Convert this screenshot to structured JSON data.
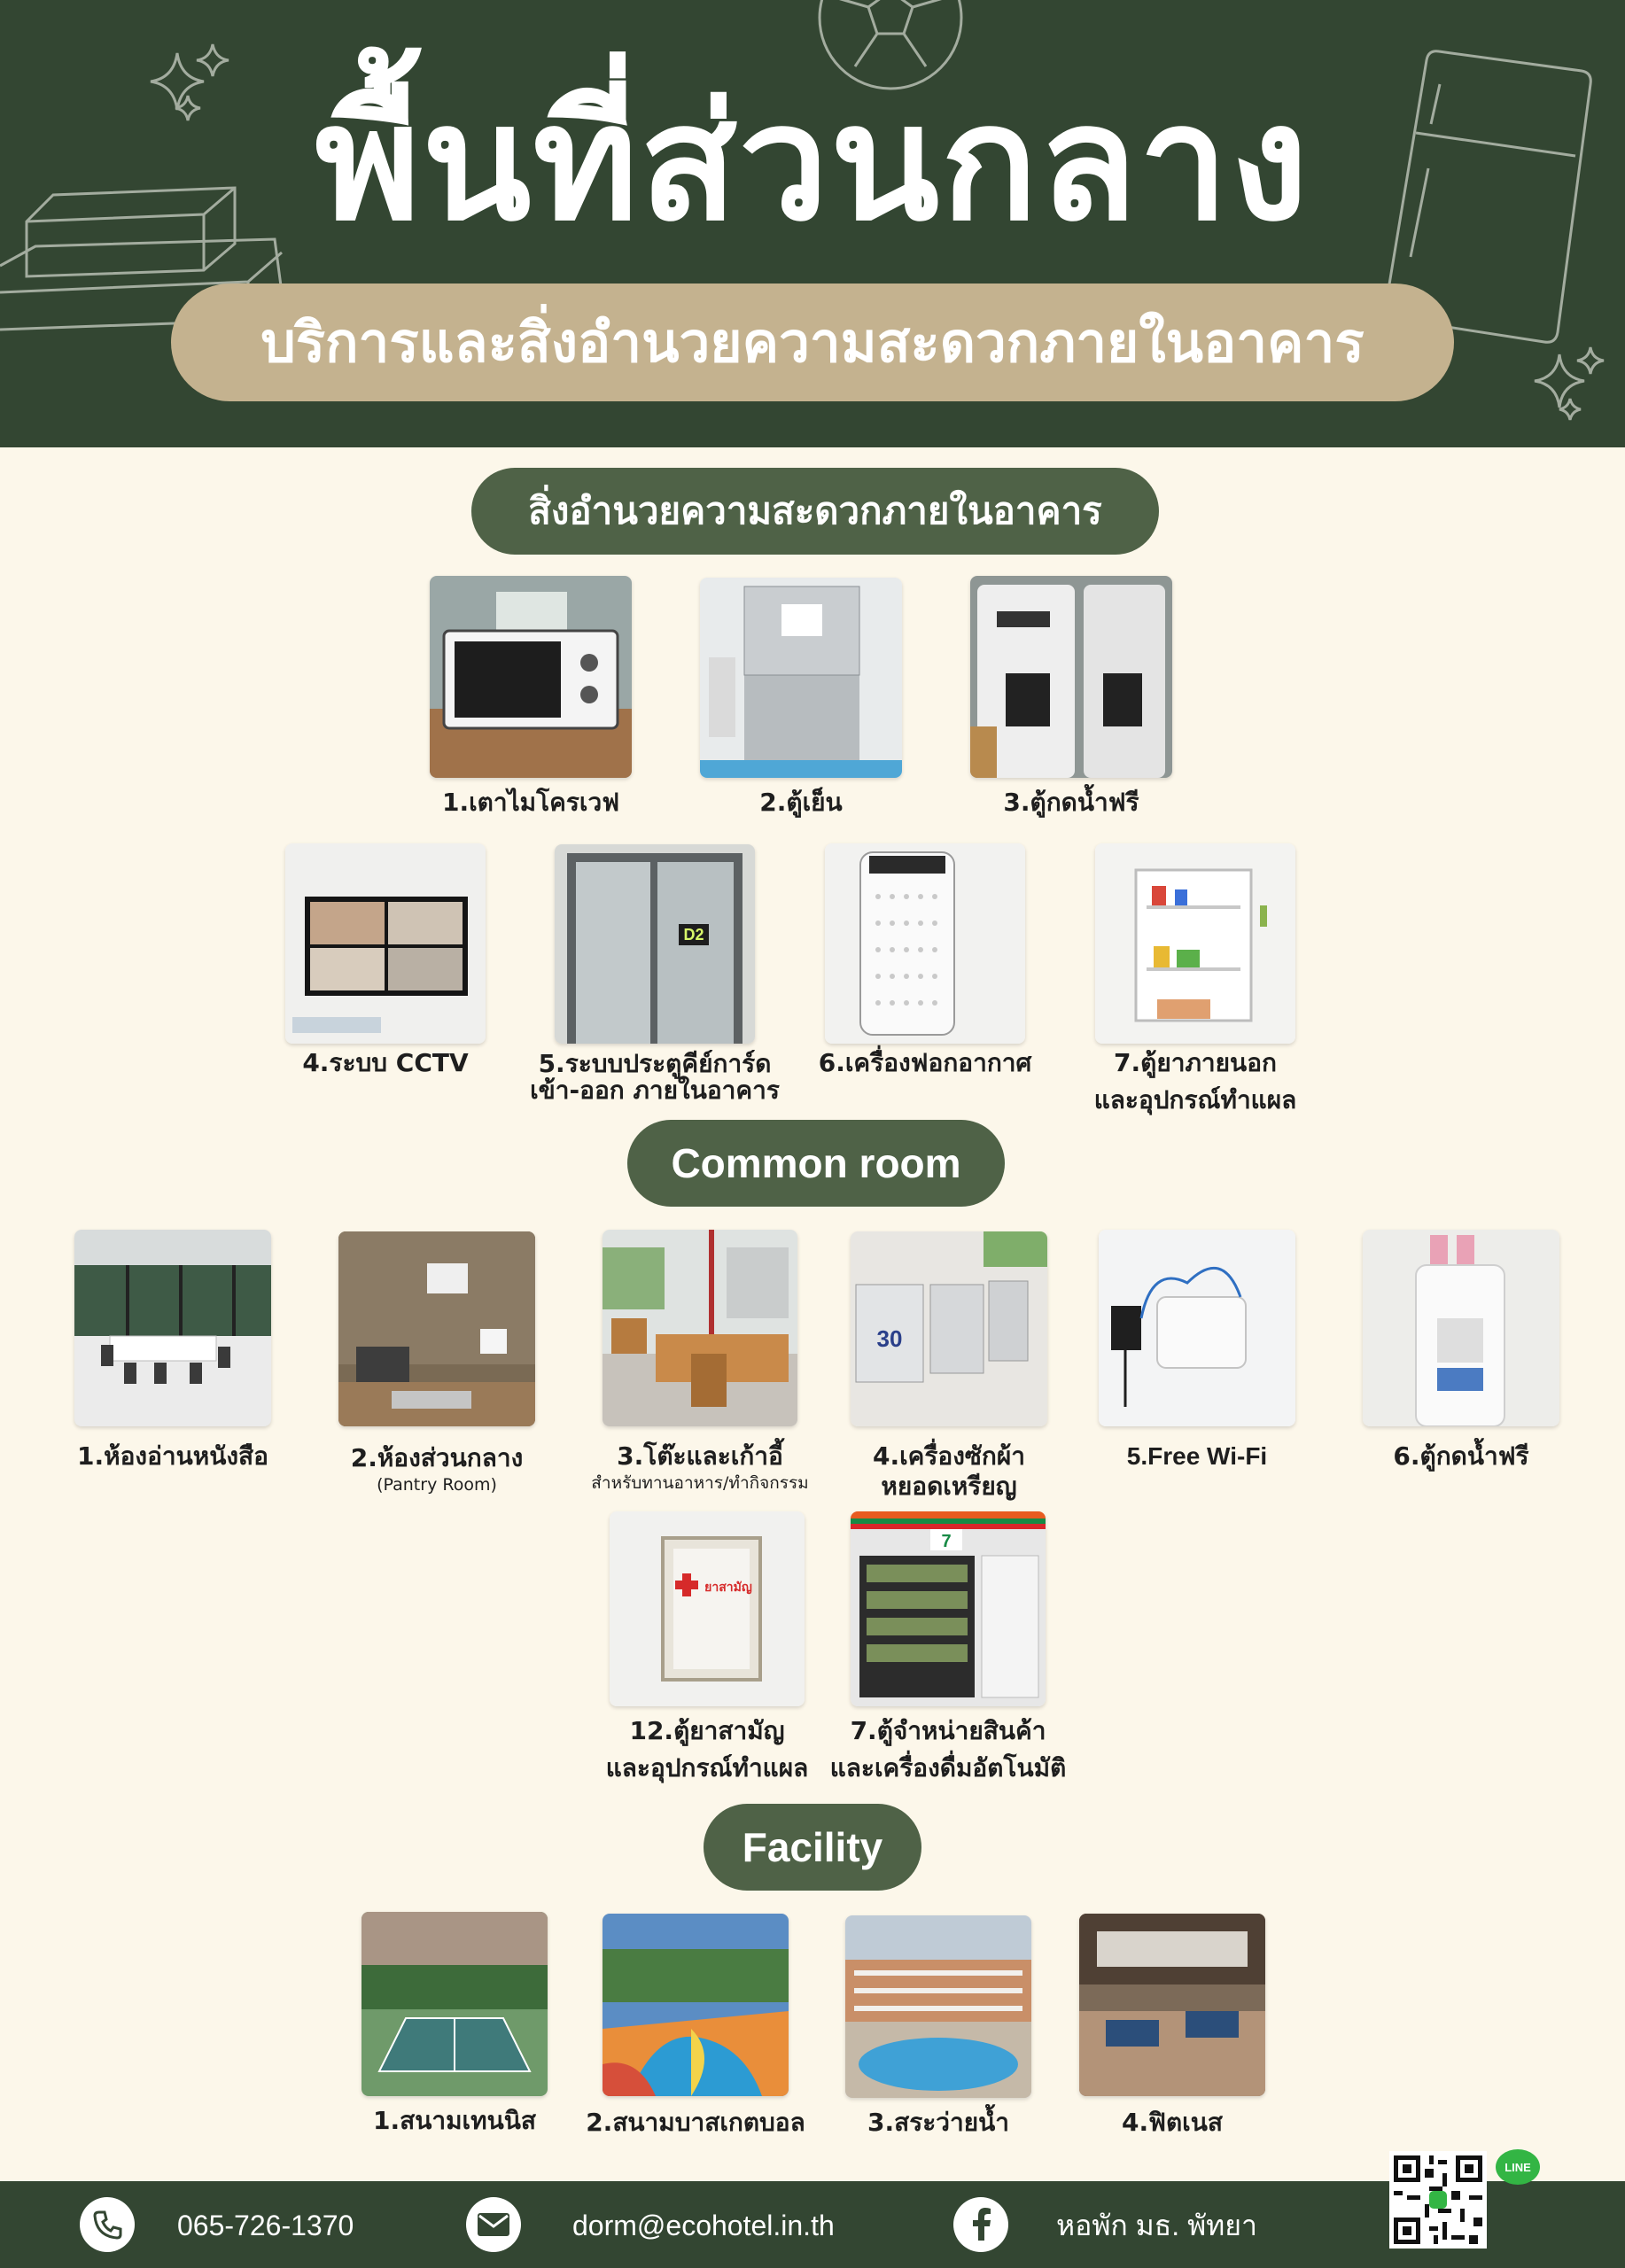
{
  "header": {
    "title": "พื้นที่ส่วนกลาง",
    "subtitle": "บริการและสิ่งอำนวยความสะดวกภายในอาคาร"
  },
  "section_building": {
    "heading": "สิ่งอำนวยความสะดวกภายในอาคาร",
    "items": [
      {
        "caption": "1.เตาไมโครเวฟ"
      },
      {
        "caption": "2.ตู้เย็น"
      },
      {
        "caption": "3.ตู้กดน้ำฟรี"
      },
      {
        "caption": "4.ระบบ CCTV"
      },
      {
        "caption": "5.ระบบประตูคีย์การ์ด",
        "caption2": "เข้า-ออก ภายในอาคาร"
      },
      {
        "caption": "6.เครื่องฟอกอากาศ"
      },
      {
        "caption": "7.ตู้ยาภายนอก",
        "caption2": "และอุปกรณ์ทำแผล"
      }
    ]
  },
  "section_common": {
    "heading": "Common room",
    "items": [
      {
        "caption": "1.ห้องอ่านหนังสือ"
      },
      {
        "caption": "2.ห้องส่วนกลาง",
        "note": "(Pantry Room)"
      },
      {
        "caption": "3.โต๊ะและเก้าอี้",
        "note": "สำหรับทานอาหาร/ทำกิจกรรม"
      },
      {
        "caption": "4.เครื่องซักผ้า",
        "caption2": "หยอดเหรียญ"
      },
      {
        "caption": "5.Free Wi-Fi"
      },
      {
        "caption": "6.ตู้กดน้ำฟรี"
      },
      {
        "caption": "12.ตู้ยาสามัญ",
        "caption2": "และอุปกรณ์ทำแผล"
      },
      {
        "caption": "7.ตู้จำหน่ายสินค้า",
        "caption2": "และเครื่องดื่มอัตโนมัติ"
      }
    ]
  },
  "section_facility": {
    "heading": "Facility",
    "items": [
      {
        "caption": "1.สนามเทนนิส"
      },
      {
        "caption": "2.สนามบาสเกตบอล"
      },
      {
        "caption": "3.สระว่ายน้ำ"
      },
      {
        "caption": "4.ฟิตเนส"
      }
    ]
  },
  "photo_labels": {
    "door_sign": "D2",
    "washer_number": "30",
    "first_aid_sign": "ยาสามัญ",
    "store_sign": "7"
  },
  "footer": {
    "phone": "065-726-1370",
    "email": "dorm@ecohotel.in.th",
    "facebook": "หอพัก มธ. พัทยา",
    "line_badge": "LINE"
  },
  "colors": {
    "header_green": "#334632",
    "pill_green": "#4f6247",
    "subtitle_tan": "#c4b28f",
    "background": "#fcf7ea"
  },
  "icons": [
    "phone-icon",
    "mail-icon",
    "facebook-icon",
    "qr-code-icon",
    "line-icon"
  ]
}
